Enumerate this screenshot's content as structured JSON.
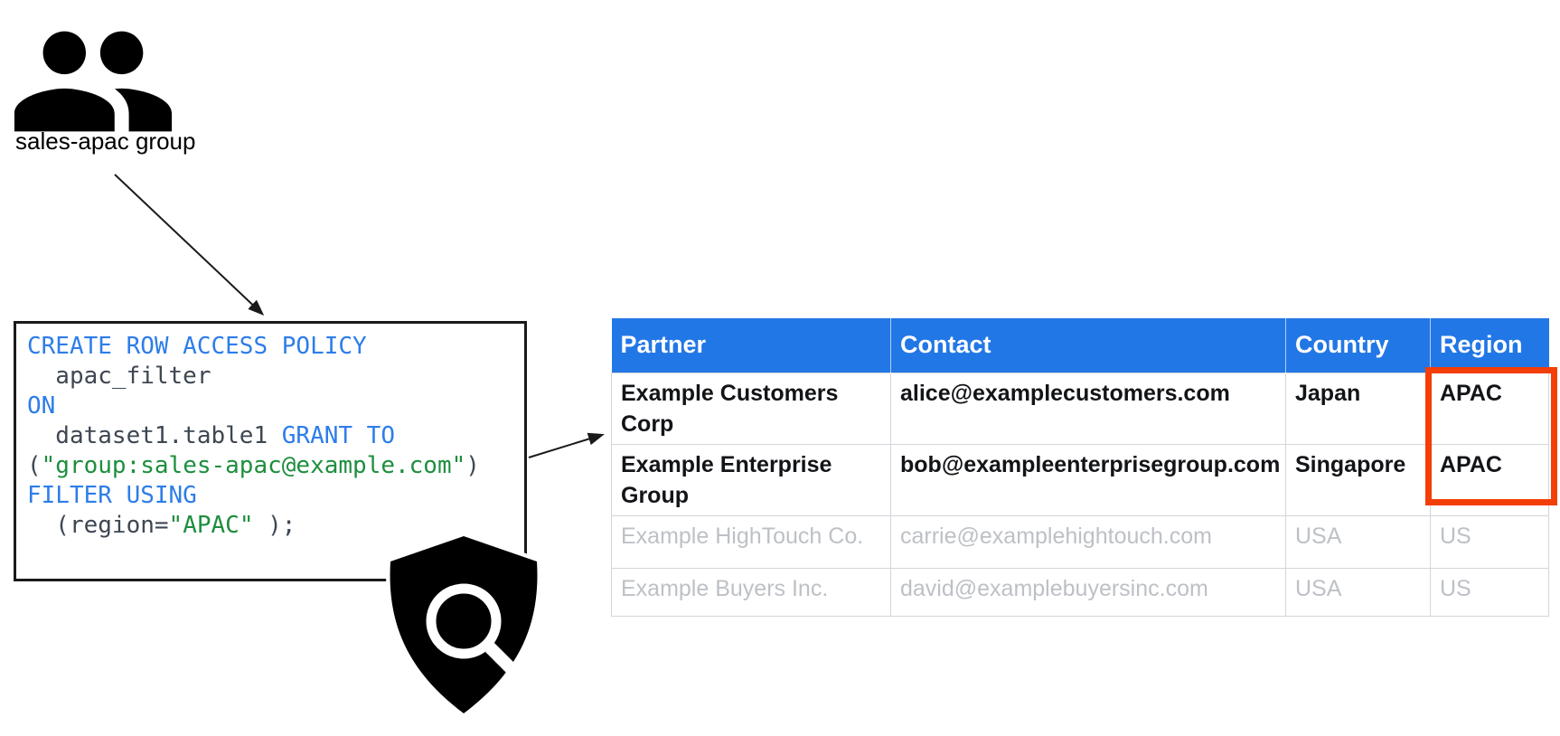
{
  "colors": {
    "header_blue": "#2277E6",
    "keyword_blue": "#2E7DE9",
    "identifier_dark": "#3E4752",
    "string_green": "#1E8E3E",
    "highlight_red": "#F33E08",
    "muted_gray": "#BDC1C6",
    "table_border": "#D2D5DA",
    "icon_black": "#000000"
  },
  "group": {
    "label": "sales-apac group"
  },
  "policy_code": {
    "lines": [
      {
        "tokens": [
          {
            "type": "keyword",
            "text": "CREATE ROW ACCESS POLICY"
          }
        ]
      },
      {
        "tokens": [
          {
            "type": "identifier",
            "text": "  apac_filter"
          }
        ]
      },
      {
        "tokens": [
          {
            "type": "keyword",
            "text": "ON"
          }
        ]
      },
      {
        "tokens": [
          {
            "type": "identifier",
            "text": "  dataset1.table1 "
          },
          {
            "type": "keyword",
            "text": "GRANT TO"
          }
        ]
      },
      {
        "tokens": [
          {
            "type": "identifier",
            "text": "("
          },
          {
            "type": "string",
            "text": "\"group:sales-apac@example.com\""
          },
          {
            "type": "identifier",
            "text": ")"
          }
        ]
      },
      {
        "tokens": [
          {
            "type": "keyword",
            "text": "FILTER USING"
          }
        ]
      },
      {
        "tokens": [
          {
            "type": "identifier",
            "text": "  (region="
          },
          {
            "type": "string",
            "text": "\"APAC\""
          },
          {
            "type": "identifier",
            "text": " );"
          }
        ]
      }
    ]
  },
  "table": {
    "headers": [
      "Partner",
      "Contact",
      "Country",
      "Region"
    ],
    "rows": [
      {
        "state": "granted",
        "cells": [
          "Example Customers Corp",
          "alice@examplecustomers.com",
          "Japan",
          "APAC"
        ]
      },
      {
        "state": "granted",
        "cells": [
          "Example Enterprise Group",
          "bob@exampleenterprisegroup.com",
          "Singapore",
          "APAC"
        ]
      },
      {
        "state": "filtered",
        "cells": [
          "Example HighTouch Co.",
          "carrie@examplehightouch.com",
          "USA",
          "US"
        ]
      },
      {
        "state": "filtered",
        "cells": [
          "Example Buyers Inc.",
          "david@examplebuyersinc.com",
          "USA",
          "US"
        ]
      }
    ]
  }
}
